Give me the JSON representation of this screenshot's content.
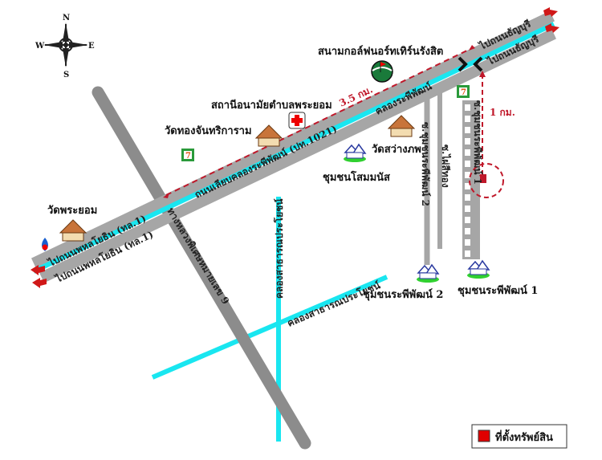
{
  "compass": {
    "n": "N",
    "s": "S",
    "e": "E",
    "w": "W"
  },
  "roads": {
    "main_road": "ถนนเลียบคลองระพีพัฒน์ (ปท.1021)",
    "canal_main": "คลองระพีพัฒน์",
    "to_phahonyothin_1": "ไปถนนพหลโยธิน (ทล.1)",
    "to_phahonyothin_2": "ไปถนนพหลโยธิน (ทล.1)",
    "to_thanyaburi_1": "ไปถนนธัญบุรี",
    "to_thanyaburi_2": "ไปถนนธัญบุรี",
    "expressway": "ทางหลวงพิเศษหมายเลข 9",
    "public_canal_1": "คลองสาธารณประโยชน์",
    "public_canal_2": "คลองสาธารณประโยชน์",
    "soi_community_2": "ซ.ชุมชนระพีพัฒน์ 2",
    "soi_phai": "ซ.ไผ่สีทอง",
    "soi_community_1": "ซ.ชุมชนระพีพัฒน์ 1"
  },
  "places": {
    "golf": "สนามกอล์ฟนอร์ทเทิร์นรังสิต",
    "health_station": "สถานีอนามัยตำบลพระยอม",
    "wat_thong": "วัดทองจันทริการาม",
    "wat_sawang": "วัดสว่างภพ",
    "community_som": "ชุมชนโสมมนัส",
    "wat_phrayom": "วัดพระยอม",
    "community_2": "ชุมชนระพีพัฒน์ 2",
    "community_1": "ชุมชนระพีพัฒน์ 1"
  },
  "distances": {
    "main": "3.5 กม.",
    "soi": "1 กม."
  },
  "legend": {
    "label": "ที่ตั้งทรัพย์สิน",
    "color": "#e00000"
  },
  "colors": {
    "road": "#a6a6a6",
    "canal": "#19e6f0",
    "expressway": "#8c8c8c",
    "dash": "#c0182a"
  }
}
